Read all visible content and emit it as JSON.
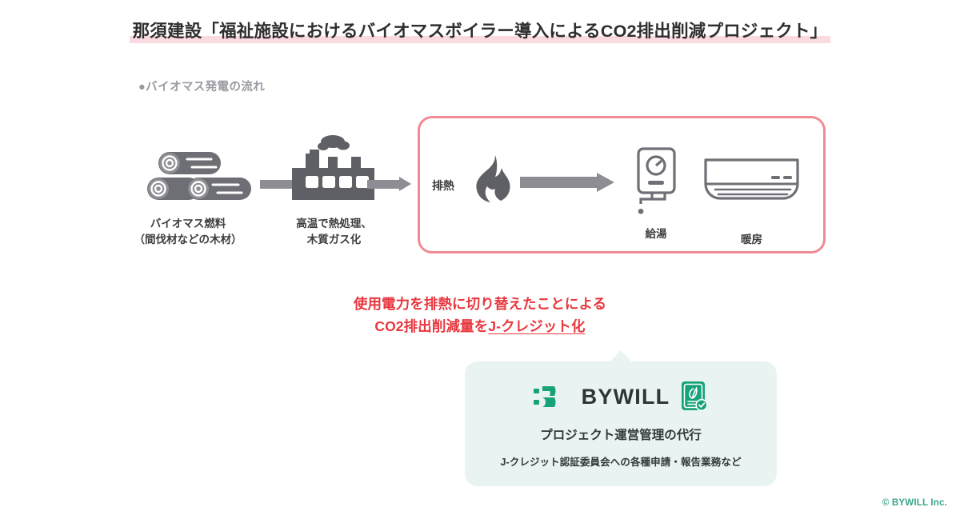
{
  "page": {
    "title": "那須建設「福祉施設におけるバイオマスボイラー導入によるCO2排出削減プロジェクト」",
    "highlight_color": "#fad9e0",
    "background": "#ffffff"
  },
  "section": {
    "heading": "●バイオマス発電の流れ",
    "heading_color": "#9a9aa2"
  },
  "flow": {
    "steps": [
      {
        "icon": "logs-icon",
        "caption_line1": "バイオマス燃料",
        "caption_line2": "（間伐材などの木材）"
      },
      {
        "icon": "factory-icon",
        "caption_line1": "高温で熱処理、",
        "caption_line2": "木質ガス化"
      }
    ],
    "arrow_color": "#8d8d93"
  },
  "highlight_box": {
    "border_color": "#f08b95",
    "exhaust_label": "排熱",
    "flame_icon": "flame-icon",
    "outputs": [
      {
        "icon": "water-heater-icon",
        "label": "給湯"
      },
      {
        "icon": "air-conditioner-icon",
        "label": "暖房"
      }
    ]
  },
  "message": {
    "color": "#e8373e",
    "line1": "使用電力を排熱に切り替えたことによる",
    "line2_prefix": "CO2排出削減量を",
    "line2_underlined": "J-クレジット化"
  },
  "callout": {
    "background": "#e9f3f1",
    "logo_mark_icon": "bywill-logo-mark-icon",
    "logo_wordmark": "BYWILL",
    "logo_color": "#17a37a",
    "certificate_icon": "certificate-leaf-icon",
    "main_text": "プロジェクト運営管理の代行",
    "sub_text": "J-クレジット認証委員会への各種申請・報告業務など"
  },
  "footer": {
    "copyright": "© BYWILL Inc.",
    "color": "#3aa58c"
  }
}
